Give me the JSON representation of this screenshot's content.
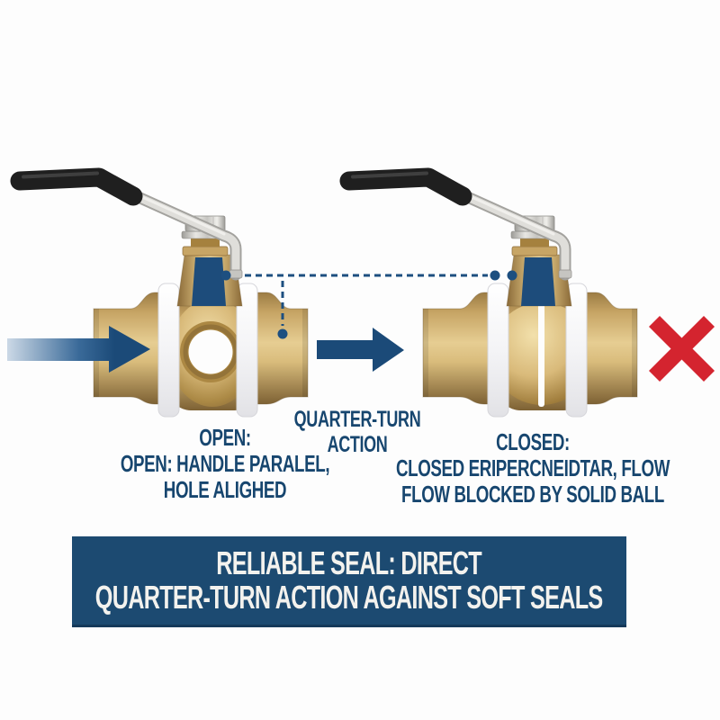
{
  "captions": {
    "open": {
      "heading": "OPEN:",
      "line2": "OPEN: HANDLE PARALEL,",
      "line3": "HOLE ALIGHED"
    },
    "action": {
      "line1": "QUARTER-TURN",
      "line2": "ACTION"
    },
    "closed": {
      "heading": "CLOSED:",
      "line2": "CLOSED ERIPERCNEIDTAR, FLOW",
      "line3": "FLOW BLOCKED BY SOLID BALL"
    }
  },
  "banner": {
    "line1": "RELIABLE SEAL: DIRECT",
    "line2": "QUARTER-TURN ACTION AGAINST SOFT SEALS"
  },
  "colors": {
    "navy_accent": "#1b4a78",
    "caption_text": "#17466f",
    "banner_bg": "#1c4a71",
    "banner_text": "#f3f2ee",
    "blocked_x_red": "#d4242f",
    "brass": "#c7a565",
    "seal_white": "#f7f7f9",
    "stem_navy": "#1d4c7b"
  }
}
